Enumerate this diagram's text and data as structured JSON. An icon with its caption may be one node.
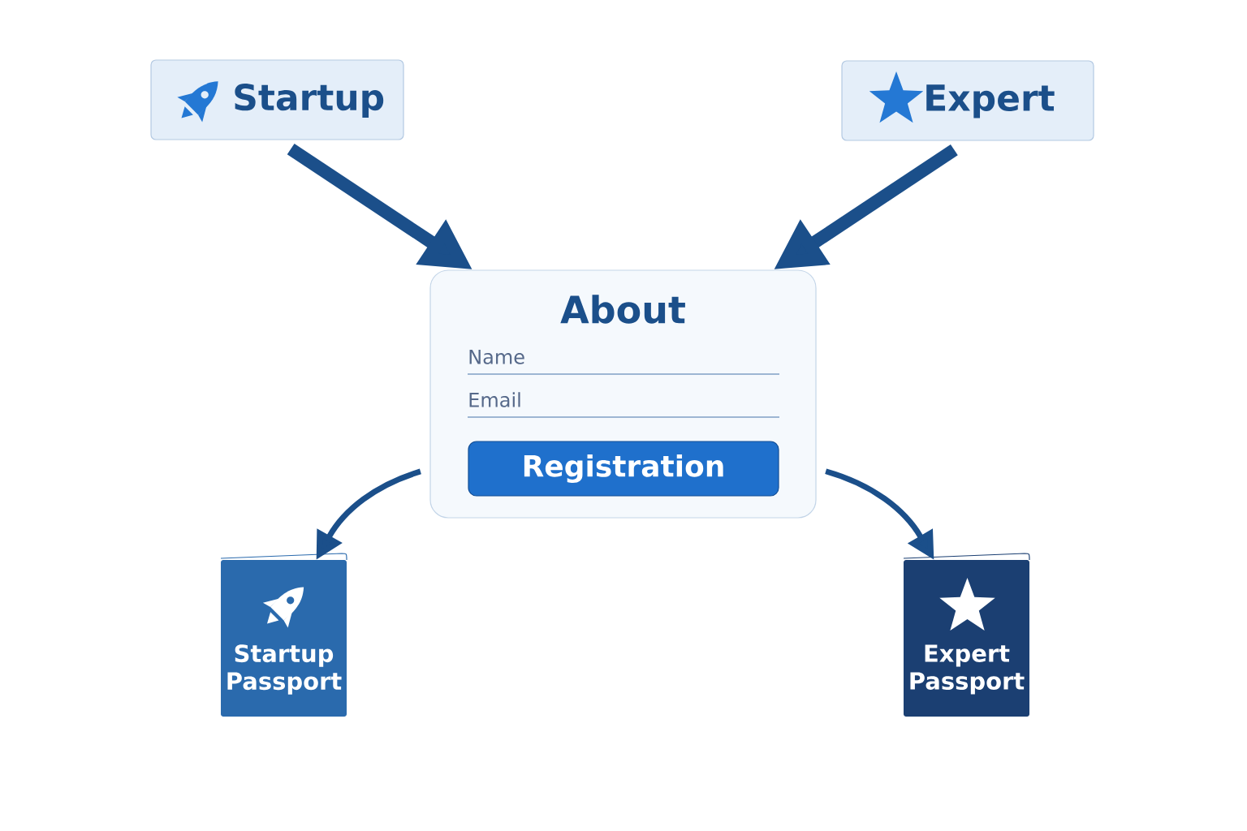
{
  "diagram": {
    "nodes": [
      {
        "text": [
          "Startup"
        ]
      },
      {
        "text": [
          "Expert"
        ]
      },
      {
        "text": [
          "About"
        ]
      },
      {
        "text": [
          "Name"
        ],
        "in": 2
      },
      {
        "text": [
          "Email"
        ],
        "in": 2
      },
      {
        "text": [
          "Registration"
        ],
        "in": 2
      },
      {
        "text": [
          "Startup Passport"
        ]
      },
      {
        "text": [
          "Expert Passport"
        ]
      }
    ],
    "edges": [
      {
        "from": 0,
        "to": 2,
        "arrow": "to",
        "style": "thick"
      },
      {
        "from": 1,
        "to": 2,
        "arrow": "to",
        "style": "thick"
      },
      {
        "from": 2,
        "to": 6,
        "arrow": "to"
      },
      {
        "from": 2,
        "to": 7,
        "arrow": "to"
      }
    ]
  }
}
